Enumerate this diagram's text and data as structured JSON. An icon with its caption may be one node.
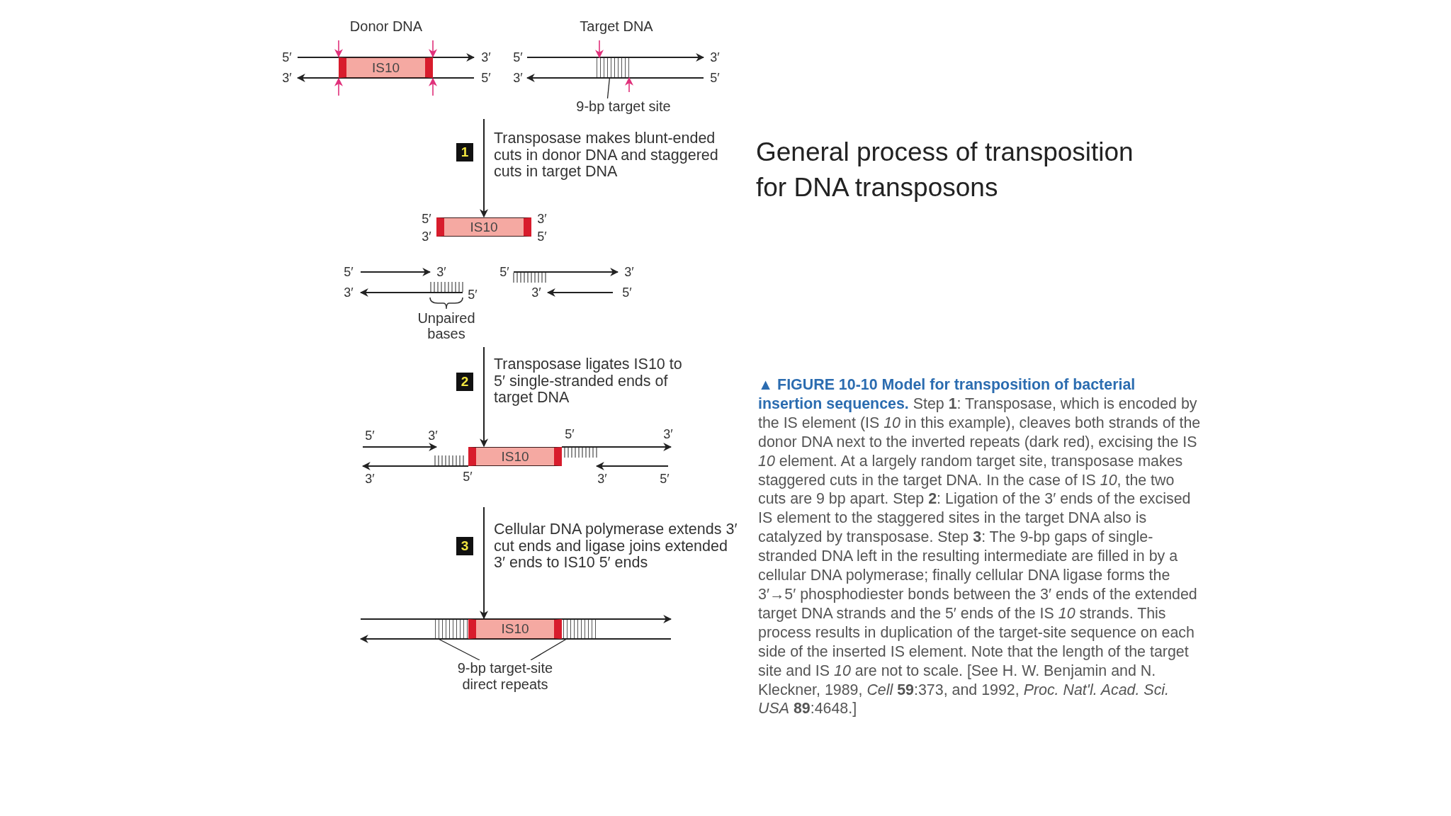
{
  "diagram": {
    "title": "General process of transposition for DNA transposons",
    "caption": "**▲ FIGURE 10-10 Model for transposition of bacterial insertion sequences.** Step **1**: Transposase, which is encoded by the IS element (IS *10* in this example), cleaves both strands of the donor DNA next to the inverted repeats (dark red), excising the IS *10* element. At a largely random target site, transposase makes staggered cuts in the target DNA. In the case of IS *10*, the two cuts are 9 bp apart. Step **2**: Ligation of the 3′ ends of the excised IS element to the staggered sites in the target DNA also is catalyzed by transposase. Step **3**: The 9-bp gaps of single-stranded DNA left in the resulting intermediate are filled in by a cellular DNA polymerase; finally cellular DNA ligase forms the 3′→5′ phosphodiester bonds between the 3′ ends of the extended target DNA strands and the 5′ ends of the IS *10* strands. This process results in duplication of the target-site sequence on each side of the inserted IS element. Note that the length of the target site and IS *10* are not to scale. [See H. W. Benjamin and N. Kleckner, 1989, *Cell* **59**:373, and 1992, *Proc. Nat'l. Acad. Sci. USA* **89**:4648.]",
    "nodes": [
      {
        "text": [
          "Donor DNA"
        ]
      },
      {
        "text": [
          "IS10"
        ],
        "in": 0
      },
      {
        "text": [
          "Target DNA"
        ]
      },
      {
        "text": [],
        "shape": "box",
        "in": 2
      },
      {
        "text": [
          "9-bp target site"
        ]
      },
      {
        "text": [
          "IS10"
        ]
      },
      {
        "text": [
          "IS10"
        ]
      },
      {
        "text": [],
        "shape": "box"
      },
      {
        "text": [
          "IS10"
        ]
      },
      {
        "text": [],
        "shape": "box"
      },
      {
        "text": [
          "9-bp target-site direct repeats"
        ]
      }
    ],
    "edges": [
      {
        "from": null,
        "to": 5,
        "arrow": "to",
        "label": "Transposase makes blunt-ended cuts in donor DNA and staggered cuts in target DNA"
      },
      {
        "from": null,
        "to": 6,
        "arrow": "to",
        "label": "Transposase ligates IS10 to 5′ single-stranded ends of target DNA"
      },
      {
        "from": null,
        "to": 8,
        "arrow": "to",
        "label": "Cellular DNA polymerase extends 3′ cut ends and ligase joins extended 3′ ends to IS10 5′ ends"
      },
      {
        "from": 4,
        "to": 3,
        "arrow": "none"
      },
      {
        "from": 10,
        "to": 7,
        "arrow": "none"
      },
      {
        "from": 10,
        "to": 9,
        "arrow": "none"
      },
      {
        "from": null,
        "to": 1,
        "arrow": "to",
        "color": "#e0307a"
      },
      {
        "from": null,
        "to": 1,
        "arrow": "to",
        "color": "#e0307a"
      },
      {
        "from": null,
        "to": 1,
        "arrow": "to",
        "color": "#e0307a"
      },
      {
        "from": null,
        "to": 1,
        "arrow": "to",
        "color": "#e0307a"
      },
      {
        "from": null,
        "to": 3,
        "arrow": "to",
        "color": "#e0307a"
      },
      {
        "from": null,
        "to": 3,
        "arrow": "to",
        "color": "#e0307a"
      }
    ],
    "labels": [
      "5′",
      "3′",
      "5′",
      "3′",
      "3′",
      "5′",
      "3′",
      "5′",
      "1",
      "5′",
      "3′",
      "3′",
      "5′",
      "5′",
      "3′",
      "5′",
      "3′",
      "3′",
      "5′",
      "3′",
      "5′",
      "Unpaired bases",
      "2",
      "5′",
      "3′",
      "5′",
      "3′",
      "3′",
      "5′",
      "3′",
      "5′",
      "3"
    ]
  }
}
